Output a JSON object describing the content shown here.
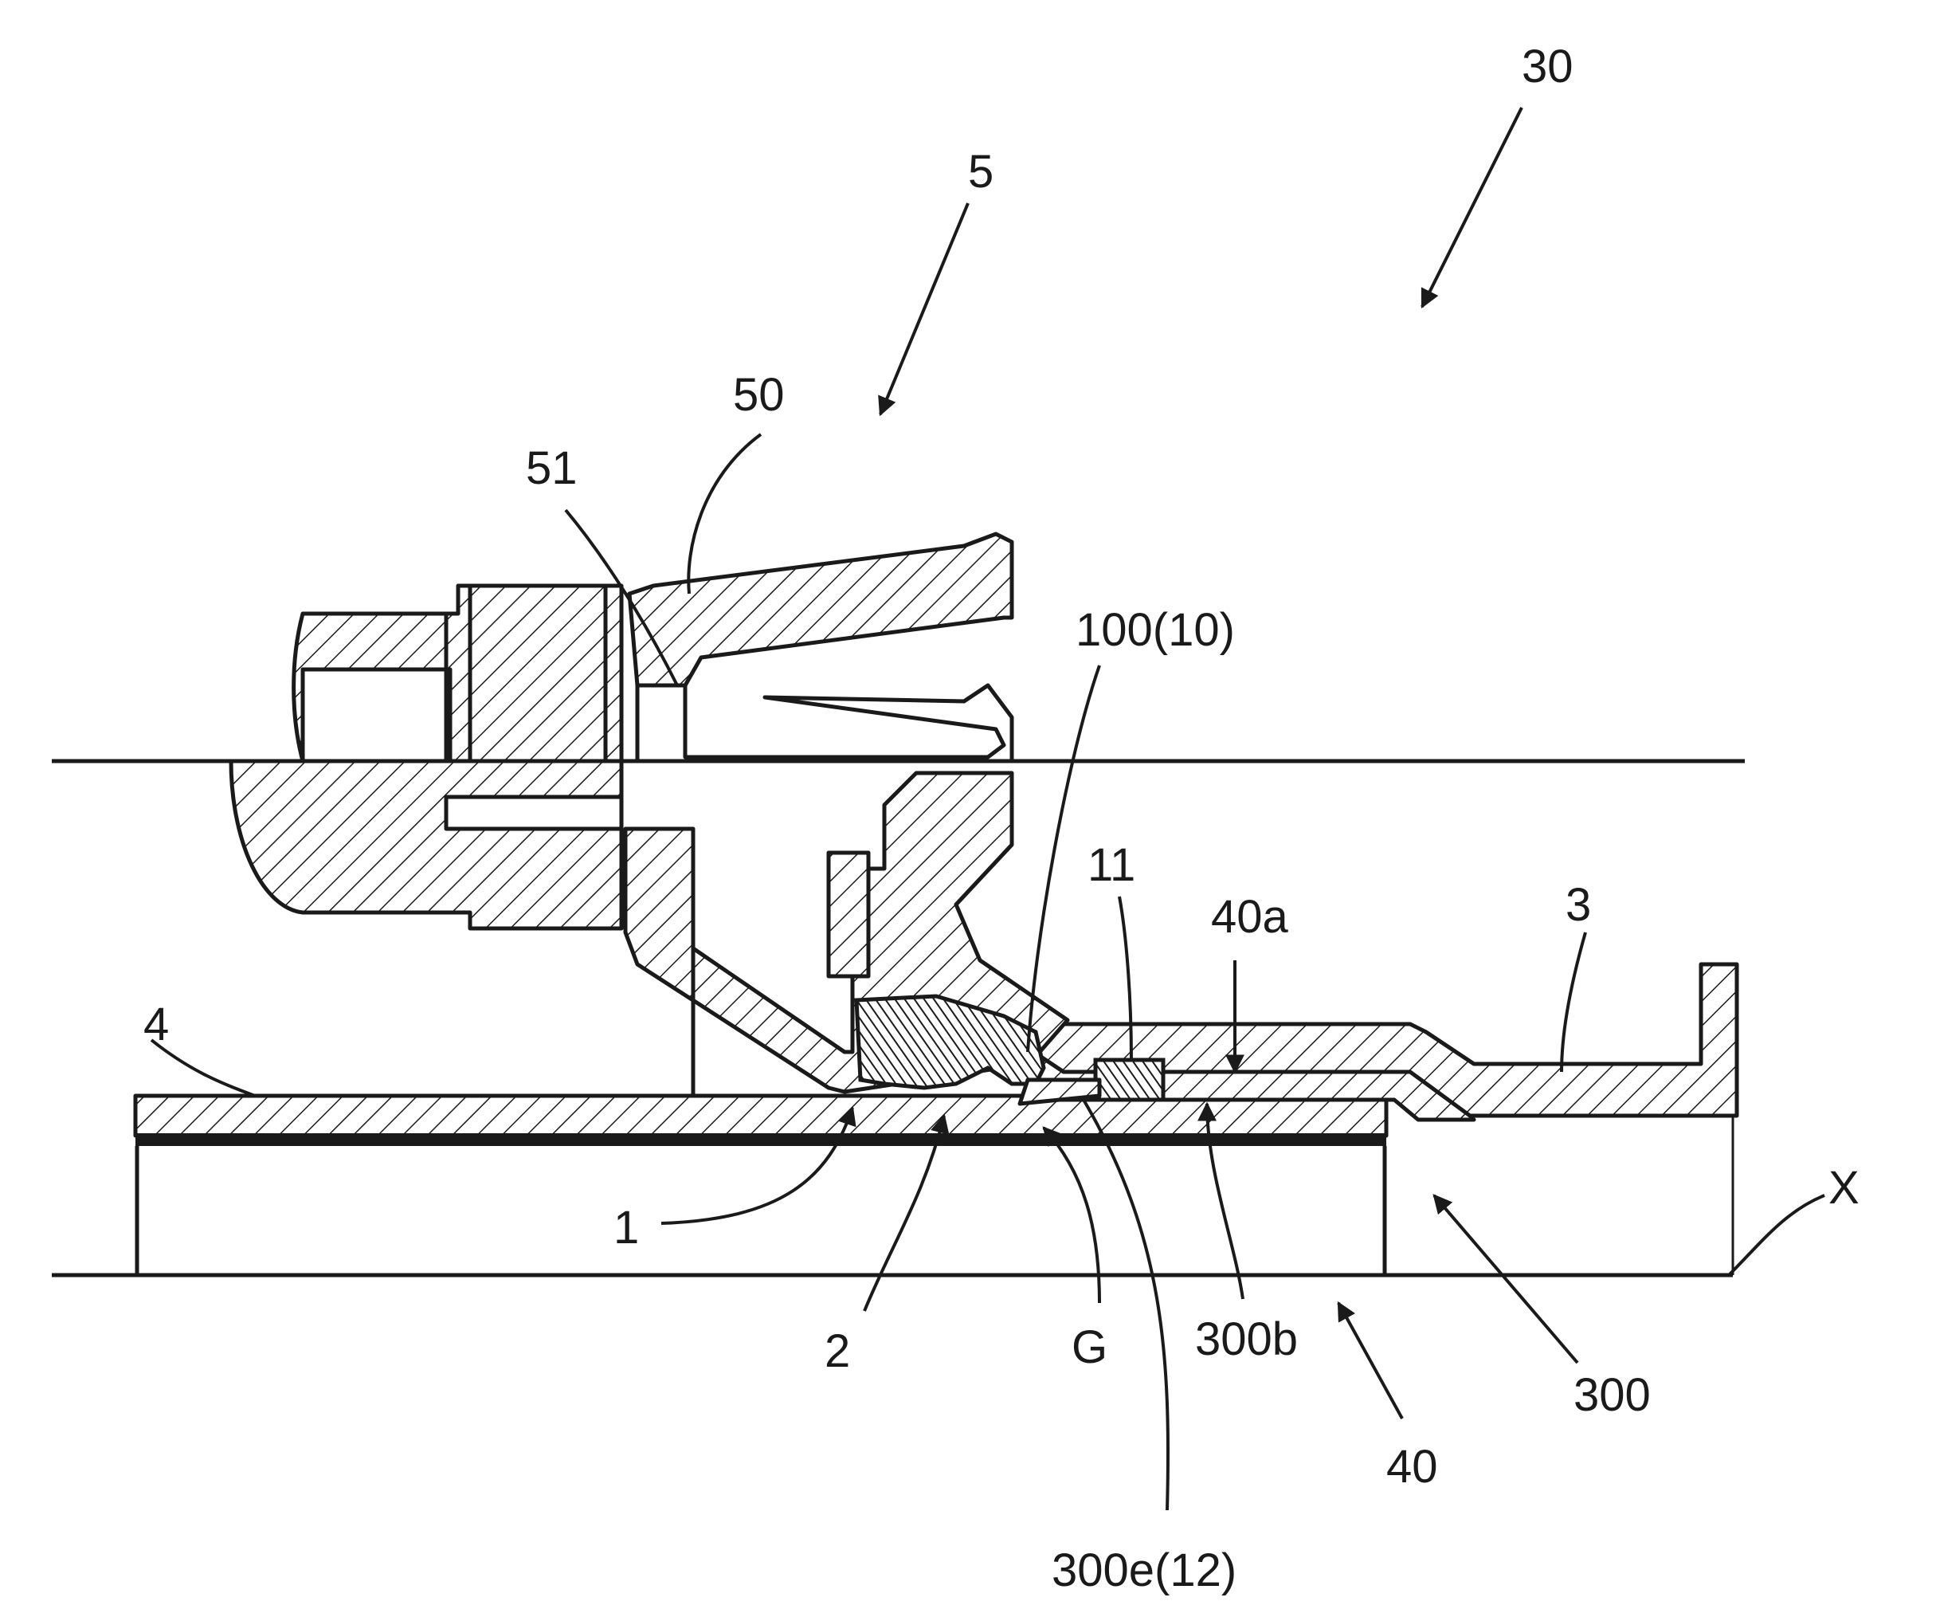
{
  "labels": {
    "ref_30": "30",
    "ref_5": "5",
    "ref_50": "50",
    "ref_51": "51",
    "ref_100_10": "100(10)",
    "ref_11": "11",
    "ref_40a": "40a",
    "ref_3": "3",
    "ref_4": "4",
    "ref_1": "1",
    "ref_2": "2",
    "ref_G": "G",
    "ref_300b": "300b",
    "ref_X": "X",
    "ref_300": "300",
    "ref_40": "40",
    "ref_300e_12": "300e(12)"
  }
}
